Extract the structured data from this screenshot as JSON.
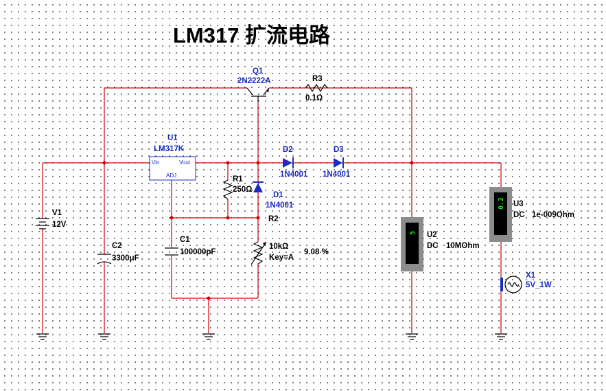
{
  "title": "LM317 扩流电路",
  "components": {
    "q1": {
      "ref": "Q1",
      "value": "2N2222A"
    },
    "r3": {
      "ref": "R3",
      "value": "0.1Ω"
    },
    "u1": {
      "ref": "U1",
      "value": "LM317K",
      "pin_vin": "Vin",
      "pin_vout": "Vout",
      "pin_adj": "ADJ"
    },
    "d2": {
      "ref": "D2",
      "value": "1N4001"
    },
    "d3": {
      "ref": "D3",
      "value": "1N4001"
    },
    "r1": {
      "ref": "R1",
      "value": "250Ω"
    },
    "d1": {
      "ref": "D1",
      "value": "1N4001"
    },
    "r2": {
      "ref": "R2",
      "value": "10kΩ",
      "key": "Key=A",
      "percent": "9.08 %"
    },
    "v1": {
      "ref": "V1",
      "value": "12V"
    },
    "c2": {
      "ref": "C2",
      "value": "3300μF"
    },
    "c1": {
      "ref": "C1",
      "value": "100000pF"
    },
    "u2": {
      "ref": "U2",
      "mode": "DC",
      "resistance": "10MOhm",
      "reading": "5"
    },
    "u3": {
      "ref": "U3",
      "mode": "DC",
      "resistance": "1e-009Ohm",
      "reading": "0.2"
    },
    "x1": {
      "ref": "X1",
      "value": "5V_1W"
    }
  },
  "colors": {
    "wire": "#cc0000",
    "label": "#1a2cc4",
    "component": "#000000",
    "meter_body": "#8c8c8c",
    "meter_display": "#000000",
    "meter_digits": "#22dd22"
  }
}
